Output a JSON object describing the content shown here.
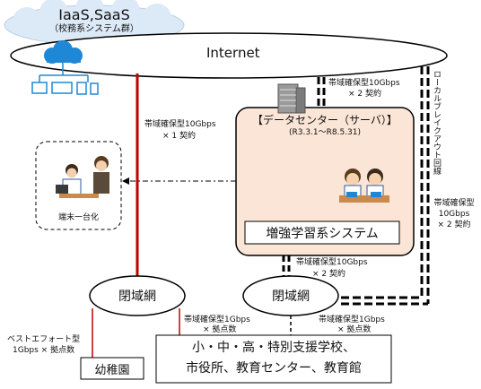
{
  "cloud": {
    "line1": "IaaS,SaaS",
    "line2": "（校務系システム群）"
  },
  "internet": {
    "label": "Internet"
  },
  "datacenter": {
    "title": "【データセンター（サーバ）】",
    "period": "(R3.3.1〜R8.5.31)"
  },
  "system_label": "増強学習系システム",
  "terminal": {
    "label": "端末一台化"
  },
  "closed_net_left": "閉域網",
  "closed_net_right": "閉域網",
  "kindergarten": "幼稚園",
  "schools": {
    "line1": "小・中・高・特別支援学校、",
    "line2": "市役所、教育センター、教育館"
  },
  "links": {
    "internet_to_closed_left": {
      "line1": "帯域確保型10Gbps",
      "line2": "× 1 契約"
    },
    "internet_to_dc": {
      "line1": "帯域確保型10Gbps",
      "line2": "× 2 契約"
    },
    "dc_to_closed_right": {
      "line1": "帯域確保型10Gbps",
      "line2": "× 2 契約"
    },
    "local_breakout": {
      "vertical": "ローカルブレイクアウト回線",
      "line1": "帯域確保型",
      "line2": "10Gbps",
      "line3": "× 2 契約"
    },
    "kindergarten": {
      "line1": "ベストエフォート型",
      "line2": "1Gbps × 拠点数"
    },
    "schools_left": {
      "line1": "帯域確保型1Gbps",
      "line2": "× 拠点数"
    },
    "schools_right": {
      "line1": "帯域確保型1Gbps",
      "line2": "× 拠点数"
    }
  },
  "colors": {
    "red_line": "#c00000",
    "dc_fill": "#fbe5d6",
    "cloud_fill": "#dce9f6",
    "icon_blue": "#1e88d6"
  }
}
